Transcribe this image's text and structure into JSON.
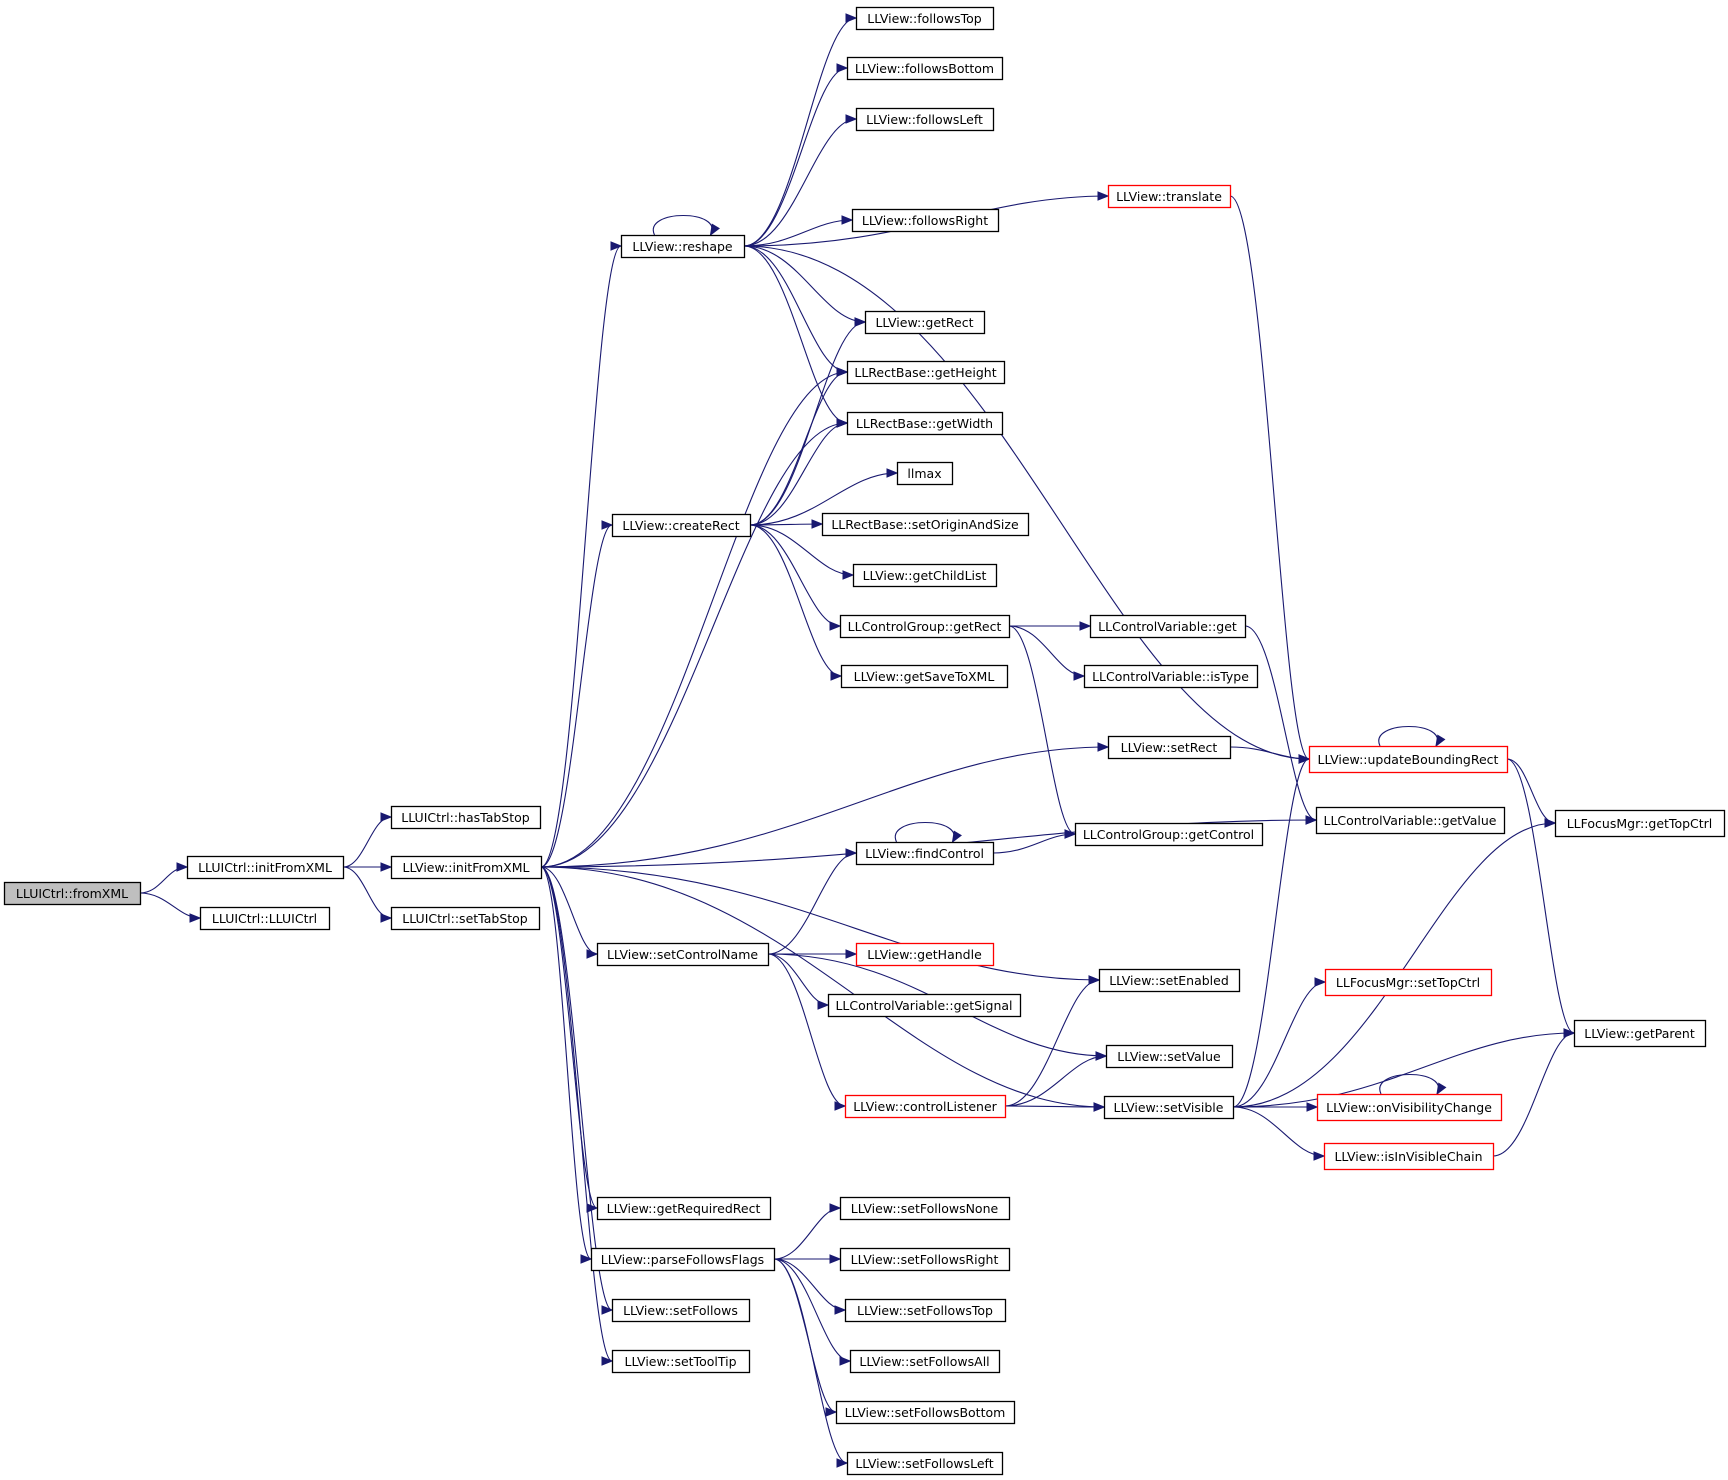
{
  "graph": {
    "colors": {
      "edge": "#191970",
      "node_border": "#000000",
      "truncated_border": "#ff0000",
      "root_fill": "#bfbfbf",
      "node_fill": "#ffffff",
      "text": "#000000"
    },
    "nodes": [
      {
        "id": "fromXML",
        "label": "LLUICtrl::fromXML",
        "style": "root"
      },
      {
        "id": "uiInitFromXML",
        "label": "LLUICtrl::initFromXML",
        "style": "normal"
      },
      {
        "id": "uiCtor",
        "label": "LLUICtrl::LLUICtrl",
        "style": "normal"
      },
      {
        "id": "hasTabStop",
        "label": "LLUICtrl::hasTabStop",
        "style": "normal"
      },
      {
        "id": "viewInitFromXML",
        "label": "LLView::initFromXML",
        "style": "normal"
      },
      {
        "id": "setTabStop",
        "label": "LLUICtrl::setTabStop",
        "style": "normal"
      },
      {
        "id": "reshape",
        "label": "LLView::reshape",
        "style": "normal"
      },
      {
        "id": "createRect",
        "label": "LLView::createRect",
        "style": "normal"
      },
      {
        "id": "setControlName",
        "label": "LLView::setControlName",
        "style": "normal"
      },
      {
        "id": "getRequiredRect",
        "label": "LLView::getRequiredRect",
        "style": "normal"
      },
      {
        "id": "parseFollowsFlags",
        "label": "LLView::parseFollowsFlags",
        "style": "normal"
      },
      {
        "id": "setFollows",
        "label": "LLView::setFollows",
        "style": "normal"
      },
      {
        "id": "setToolTip",
        "label": "LLView::setToolTip",
        "style": "normal"
      },
      {
        "id": "followsTop",
        "label": "LLView::followsTop",
        "style": "normal"
      },
      {
        "id": "followsBottom",
        "label": "LLView::followsBottom",
        "style": "normal"
      },
      {
        "id": "followsLeft",
        "label": "LLView::followsLeft",
        "style": "normal"
      },
      {
        "id": "followsRight",
        "label": "LLView::followsRight",
        "style": "normal"
      },
      {
        "id": "getRect",
        "label": "LLView::getRect",
        "style": "normal"
      },
      {
        "id": "getHeight",
        "label": "LLRectBase::getHeight",
        "style": "normal"
      },
      {
        "id": "getWidth",
        "label": "LLRectBase::getWidth",
        "style": "normal"
      },
      {
        "id": "llmax",
        "label": "llmax",
        "style": "normal"
      },
      {
        "id": "setOriginAndSize",
        "label": "LLRectBase::setOriginAndSize",
        "style": "normal"
      },
      {
        "id": "getChildList",
        "label": "LLView::getChildList",
        "style": "normal"
      },
      {
        "id": "cgGetRect",
        "label": "LLControlGroup::getRect",
        "style": "normal"
      },
      {
        "id": "getSaveToXML",
        "label": "LLView::getSaveToXML",
        "style": "normal"
      },
      {
        "id": "findControl",
        "label": "LLView::findControl",
        "style": "normal"
      },
      {
        "id": "getHandle",
        "label": "LLView::getHandle",
        "style": "truncated"
      },
      {
        "id": "getSignal",
        "label": "LLControlVariable::getSignal",
        "style": "normal"
      },
      {
        "id": "controlListener",
        "label": "LLView::controlListener",
        "style": "truncated"
      },
      {
        "id": "setFollowsNone",
        "label": "LLView::setFollowsNone",
        "style": "normal"
      },
      {
        "id": "setFollowsRight",
        "label": "LLView::setFollowsRight",
        "style": "normal"
      },
      {
        "id": "setFollowsTop",
        "label": "LLView::setFollowsTop",
        "style": "normal"
      },
      {
        "id": "setFollowsAll",
        "label": "LLView::setFollowsAll",
        "style": "normal"
      },
      {
        "id": "setFollowsBottom",
        "label": "LLView::setFollowsBottom",
        "style": "normal"
      },
      {
        "id": "setFollowsLeft",
        "label": "LLView::setFollowsLeft",
        "style": "normal"
      },
      {
        "id": "translate",
        "label": "LLView::translate",
        "style": "truncated"
      },
      {
        "id": "cvGet",
        "label": "LLControlVariable::get",
        "style": "normal"
      },
      {
        "id": "cvIsType",
        "label": "LLControlVariable::isType",
        "style": "normal"
      },
      {
        "id": "setRect",
        "label": "LLView::setRect",
        "style": "normal"
      },
      {
        "id": "cgGetControl",
        "label": "LLControlGroup::getControl",
        "style": "normal"
      },
      {
        "id": "setEnabled",
        "label": "LLView::setEnabled",
        "style": "normal"
      },
      {
        "id": "setValue",
        "label": "LLView::setValue",
        "style": "normal"
      },
      {
        "id": "setVisible",
        "label": "LLView::setVisible",
        "style": "normal"
      },
      {
        "id": "updateBoundingRect",
        "label": "LLView::updateBoundingRect",
        "style": "truncated"
      },
      {
        "id": "cvGetValue",
        "label": "LLControlVariable::getValue",
        "style": "normal"
      },
      {
        "id": "setTopCtrl",
        "label": "LLFocusMgr::setTopCtrl",
        "style": "truncated"
      },
      {
        "id": "onVisibilityChange",
        "label": "LLView::onVisibilityChange",
        "style": "truncated"
      },
      {
        "id": "isInVisibleChain",
        "label": "LLView::isInVisibleChain",
        "style": "truncated"
      },
      {
        "id": "getTopCtrl",
        "label": "LLFocusMgr::getTopCtrl",
        "style": "normal"
      },
      {
        "id": "getParent",
        "label": "LLView::getParent",
        "style": "normal"
      }
    ],
    "edges": [
      [
        "fromXML",
        "uiInitFromXML"
      ],
      [
        "fromXML",
        "uiCtor"
      ],
      [
        "uiInitFromXML",
        "hasTabStop"
      ],
      [
        "uiInitFromXML",
        "viewInitFromXML"
      ],
      [
        "uiInitFromXML",
        "setTabStop"
      ],
      [
        "viewInitFromXML",
        "reshape"
      ],
      [
        "viewInitFromXML",
        "getHeight"
      ],
      [
        "viewInitFromXML",
        "getWidth"
      ],
      [
        "viewInitFromXML",
        "createRect"
      ],
      [
        "viewInitFromXML",
        "setRect"
      ],
      [
        "viewInitFromXML",
        "setEnabled"
      ],
      [
        "viewInitFromXML",
        "cvGetValue"
      ],
      [
        "viewInitFromXML",
        "setControlName"
      ],
      [
        "viewInitFromXML",
        "setVisible"
      ],
      [
        "viewInitFromXML",
        "getRequiredRect"
      ],
      [
        "viewInitFromXML",
        "parseFollowsFlags"
      ],
      [
        "viewInitFromXML",
        "setFollows"
      ],
      [
        "viewInitFromXML",
        "setToolTip"
      ],
      [
        "reshape",
        "reshape"
      ],
      [
        "reshape",
        "followsTop"
      ],
      [
        "reshape",
        "followsBottom"
      ],
      [
        "reshape",
        "followsLeft"
      ],
      [
        "reshape",
        "translate"
      ],
      [
        "reshape",
        "followsRight"
      ],
      [
        "reshape",
        "getRect"
      ],
      [
        "reshape",
        "getHeight"
      ],
      [
        "reshape",
        "getWidth"
      ],
      [
        "reshape",
        "updateBoundingRect"
      ],
      [
        "createRect",
        "getRect"
      ],
      [
        "createRect",
        "getHeight"
      ],
      [
        "createRect",
        "getWidth"
      ],
      [
        "createRect",
        "llmax"
      ],
      [
        "createRect",
        "setOriginAndSize"
      ],
      [
        "createRect",
        "getChildList"
      ],
      [
        "createRect",
        "cgGetRect"
      ],
      [
        "createRect",
        "getSaveToXML"
      ],
      [
        "cgGetRect",
        "cvGet"
      ],
      [
        "cgGetRect",
        "cvIsType"
      ],
      [
        "cgGetRect",
        "cgGetControl"
      ],
      [
        "cvGet",
        "cvGetValue"
      ],
      [
        "translate",
        "updateBoundingRect"
      ],
      [
        "setRect",
        "updateBoundingRect"
      ],
      [
        "updateBoundingRect",
        "updateBoundingRect"
      ],
      [
        "updateBoundingRect",
        "getTopCtrl"
      ],
      [
        "updateBoundingRect",
        "getParent"
      ],
      [
        "setControlName",
        "findControl"
      ],
      [
        "setControlName",
        "getHandle"
      ],
      [
        "setControlName",
        "getSignal"
      ],
      [
        "setControlName",
        "controlListener"
      ],
      [
        "setControlName",
        "setValue"
      ],
      [
        "findControl",
        "findControl"
      ],
      [
        "findControl",
        "cgGetControl"
      ],
      [
        "controlListener",
        "setEnabled"
      ],
      [
        "controlListener",
        "setValue"
      ],
      [
        "controlListener",
        "setVisible"
      ],
      [
        "setVisible",
        "updateBoundingRect"
      ],
      [
        "setVisible",
        "getTopCtrl"
      ],
      [
        "setVisible",
        "setTopCtrl"
      ],
      [
        "setVisible",
        "getParent"
      ],
      [
        "setVisible",
        "onVisibilityChange"
      ],
      [
        "setVisible",
        "isInVisibleChain"
      ],
      [
        "onVisibilityChange",
        "onVisibilityChange"
      ],
      [
        "isInVisibleChain",
        "getParent"
      ],
      [
        "parseFollowsFlags",
        "setFollowsNone"
      ],
      [
        "parseFollowsFlags",
        "setFollowsRight"
      ],
      [
        "parseFollowsFlags",
        "setFollowsTop"
      ],
      [
        "parseFollowsFlags",
        "setFollowsAll"
      ],
      [
        "parseFollowsFlags",
        "setFollowsBottom"
      ],
      [
        "parseFollowsFlags",
        "setFollowsLeft"
      ]
    ]
  }
}
